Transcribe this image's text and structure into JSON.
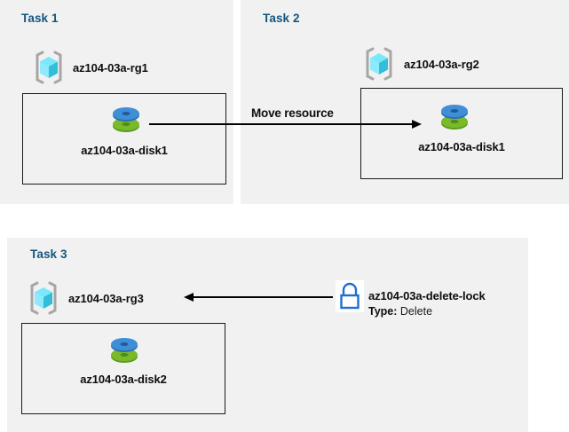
{
  "diagram": {
    "title_color": "#14567f",
    "panel_color": "#f1f1f1",
    "accent_blue": "#1f6fd0",
    "disk_top_color": "#3f8fd8",
    "disk_bottom_color": "#6eb52a",
    "rg_cube_color": "#50e6ff",
    "panels": [
      {
        "id": "task1",
        "title": "Task 1",
        "resource_group": "az104-03a-rg1",
        "resource": "az104-03a-disk1",
        "resource_icon": "managed-disk-icon",
        "group_icon": "resource-group-icon"
      },
      {
        "id": "task2",
        "title": "Task 2",
        "resource_group": "az104-03a-rg2",
        "resource": "az104-03a-disk1",
        "resource_icon": "managed-disk-icon",
        "group_icon": "resource-group-icon"
      },
      {
        "id": "task3",
        "title": "Task 3",
        "resource_group": "az104-03a-rg3",
        "resource": "az104-03a-disk2",
        "resource_icon": "managed-disk-icon",
        "group_icon": "resource-group-icon"
      }
    ],
    "connectors": [
      {
        "id": "move-resource",
        "label": "Move resource",
        "direction": "right",
        "from": "task1-disk1",
        "to": "task2-disk1"
      },
      {
        "id": "lock-applies-to-rg3",
        "label": "",
        "direction": "left",
        "from": "delete-lock",
        "to": "task3-rg3"
      }
    ],
    "lock": {
      "icon": "lock-icon",
      "name": "az104-03a-delete-lock",
      "type_label": "Type:",
      "type_value": "Delete"
    }
  }
}
